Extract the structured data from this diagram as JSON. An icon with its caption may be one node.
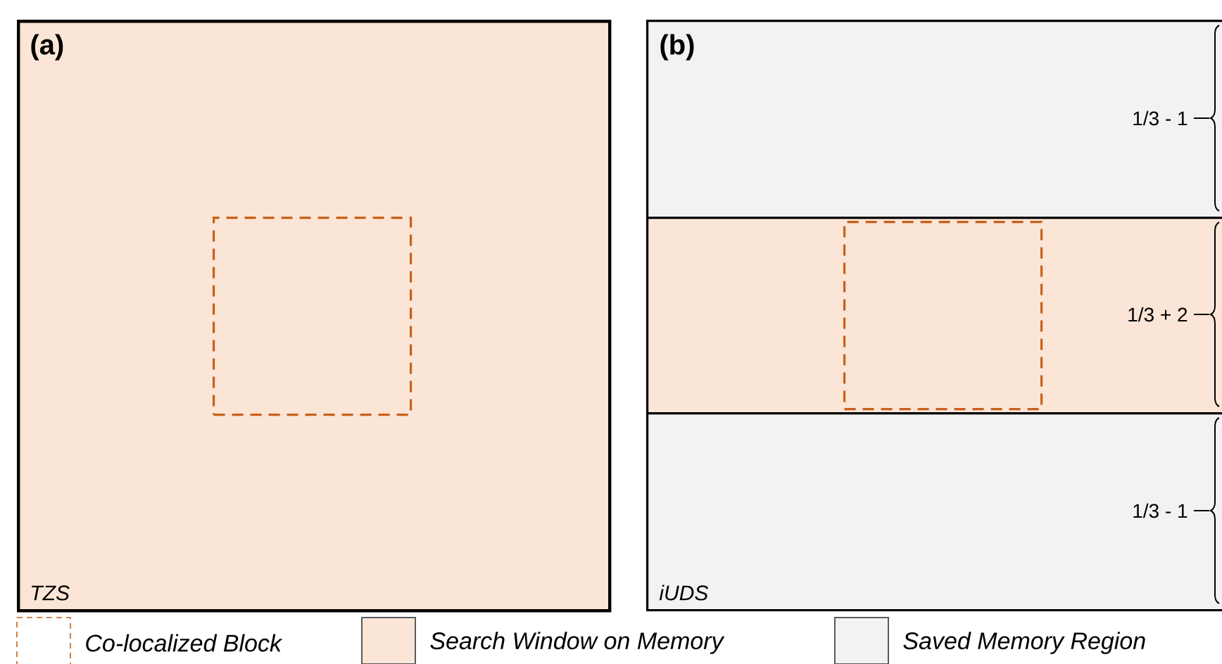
{
  "diagram": {
    "nodes": [
      {
        "text": [
          "(a)",
          "TZS"
        ]
      },
      {
        "text": [],
        "shape": "box",
        "in": 0
      },
      {
        "text": [
          "(b)"
        ]
      },
      {
        "text": [],
        "shape": "box"
      },
      {
        "text": [],
        "shape": "box",
        "in": 3
      },
      {
        "text": [
          "iUDS"
        ]
      }
    ],
    "edges": [],
    "labels": [
      "1/3 - 1",
      "1/3 + 2",
      "1/3 - 1"
    ],
    "legend": [
      {
        "text": "Co-localized Block"
      },
      {
        "text": "Search Window on Memory",
        "color": "#fbe5d6"
      },
      {
        "text": "Saved Memory Region",
        "color": "#f2f2f2"
      }
    ]
  }
}
